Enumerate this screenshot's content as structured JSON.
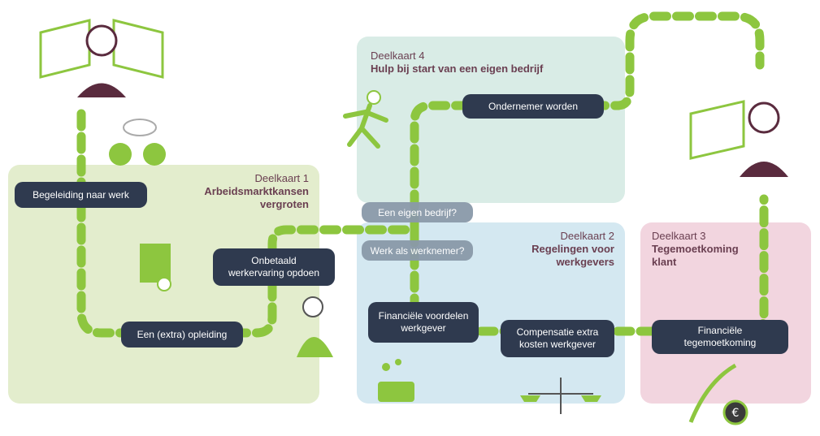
{
  "deelkaart1": {
    "label": "Deelkaart 1",
    "title_line1": "Arbeidsmarktkansen",
    "title_line2": "vergroten"
  },
  "deelkaart2": {
    "label": "Deelkaart 2",
    "title_line1": "Regelingen voor",
    "title_line2": "werkgevers"
  },
  "deelkaart3": {
    "label": "Deelkaart 3",
    "title_line1": "Tegemoetkoming",
    "title_line2": "klant"
  },
  "deelkaart4": {
    "label": "Deelkaart 4",
    "title": "Hulp bij start van een eigen bedrijf"
  },
  "nodes": {
    "begeleiding": "Begeleiding naar werk",
    "opleiding": "Een (extra) opleiding",
    "werkervaring_l1": "Onbetaald",
    "werkervaring_l2": "werkervaring opdoen",
    "ondernemer": "Ondernemer worden",
    "fin_werkgever_l1": "Financiële voordelen",
    "fin_werkgever_l2": "werkgever",
    "compensatie_l1": "Compensatie extra",
    "compensatie_l2": "kosten werkgever",
    "fin_tegemoet_l1": "Financiële",
    "fin_tegemoet_l2": "tegemoetkoming"
  },
  "questions": {
    "eigen_bedrijf": "Een eigen bedrijf?",
    "werknemer": "Werk als werknemer?"
  },
  "colors": {
    "path": "#8dc63f",
    "node": "#2f3a4f",
    "title": "#6a3f51"
  }
}
